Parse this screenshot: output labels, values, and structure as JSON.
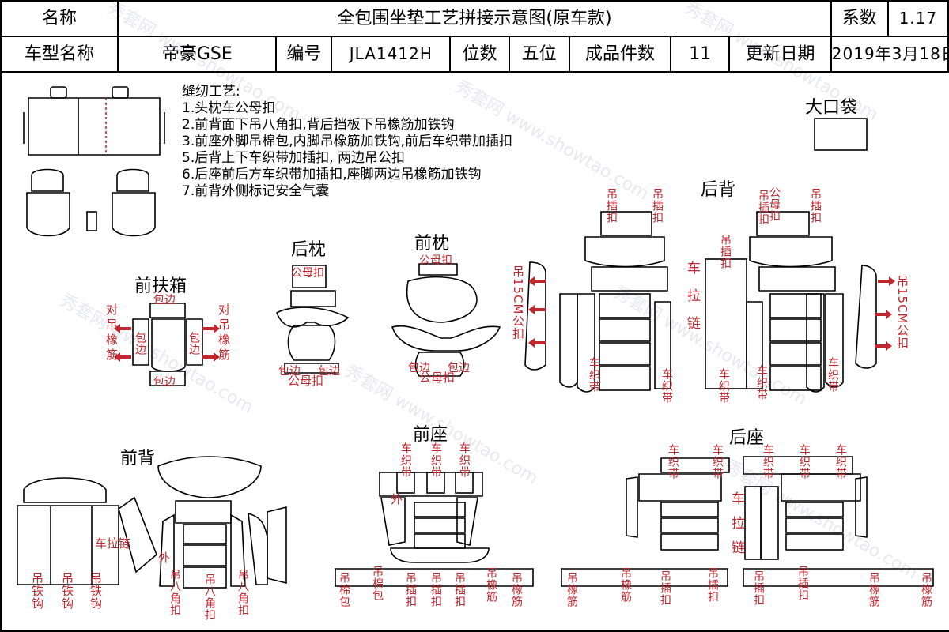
{
  "header": {
    "name_label": "名称",
    "title": "全包围坐垫工艺拼接示意图(原车款)",
    "coef_label": "系数",
    "coef_value": "1.17",
    "model_label": "车型名称",
    "model_value": "帝豪GSE",
    "code_label": "编号",
    "code_value": "JLA1412H",
    "seats_label": "位数",
    "seats_value": "五位",
    "pieces_label": "成品件数",
    "pieces_value": "11",
    "update_label": "更新日期",
    "update_value": "2019年3月18日"
  },
  "notes": {
    "title": "缝纫工艺:",
    "items": [
      "1.头枕车公母扣",
      "2.前背面下吊八角扣,背后挡板下吊橡筋加铁钩",
      "3.前座外脚吊棉包,内脚吊橡筋加铁钩,前后车织带加插扣",
      "5.后背上下车织带加插扣, 两边吊公扣",
      "6.后座前后方车织带加插扣,座脚两边吊橡筋加铁钩",
      "7.前背外侧标记安全气囊"
    ]
  },
  "sections": {
    "big_bag": "大口袋",
    "rear_back": "后背",
    "rear_headrest": "后枕",
    "front_headrest": "前枕",
    "front_armrest": "前扶箱",
    "front_back": "前背",
    "front_seat": "前座",
    "rear_seat": "后座"
  },
  "annotations": {
    "hang_insert": "吊插扣",
    "male_female_buckle": "公母扣",
    "hang_15cm": "吊15CM公扣",
    "zipper": "车拉链",
    "webbing": "车织带",
    "wrap_edge": "包边",
    "pair_elastic": "对吊橡筋",
    "elastic": "吊橡筋",
    "outer": "外",
    "hang_iron_hook": "吊铁钩",
    "octagon": "吊八角扣",
    "cotton_pack": "吊棉包",
    "zipper_h": "车拉链",
    "male_female_buckle2": "公母扣"
  },
  "watermark": "秀套网 www.showtao.com",
  "colors": {
    "annotation": "#c0262d",
    "line": "#000000"
  }
}
